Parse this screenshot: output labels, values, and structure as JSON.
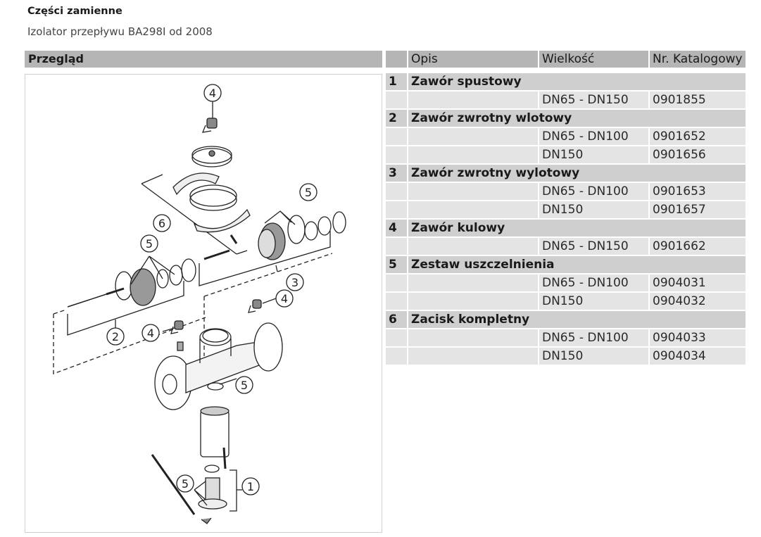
{
  "header": {
    "title": "Części zamienne",
    "subtitle": "Izolator przepływu BA298I  od 2008"
  },
  "overview": {
    "label": "Przegląd",
    "callouts": [
      "4",
      "6",
      "5",
      "5",
      "3",
      "4",
      "2",
      "4",
      "5",
      "5",
      "1"
    ]
  },
  "table": {
    "columns": [
      "",
      "Opis",
      "Wielkość",
      "Nr. Katalogowy"
    ],
    "groups": [
      {
        "num": "1",
        "name": "Zawór spustowy",
        "variants": [
          {
            "size": "DN65 - DN150",
            "cat": "0901855"
          }
        ]
      },
      {
        "num": "2",
        "name": "Zawór zwrotny wlotowy",
        "variants": [
          {
            "size": "DN65 - DN100",
            "cat": "0901652"
          },
          {
            "size": "DN150",
            "cat": "0901656"
          }
        ]
      },
      {
        "num": "3",
        "name": "Zawór zwrotny wylotowy",
        "variants": [
          {
            "size": "DN65 - DN100",
            "cat": "0901653"
          },
          {
            "size": "DN150",
            "cat": "0901657"
          }
        ]
      },
      {
        "num": "4",
        "name": "Zawór kulowy",
        "variants": [
          {
            "size": "DN65 - DN150",
            "cat": "0901662"
          }
        ]
      },
      {
        "num": "5",
        "name": "Zestaw uszczelnienia",
        "variants": [
          {
            "size": "DN65 - DN100",
            "cat": "0904031"
          },
          {
            "size": "DN150",
            "cat": "0904032"
          }
        ]
      },
      {
        "num": "6",
        "name": "Zacisk kompletny",
        "variants": [
          {
            "size": "DN65 - DN100",
            "cat": "0904033"
          },
          {
            "size": "DN150",
            "cat": "0904034"
          }
        ]
      }
    ]
  }
}
